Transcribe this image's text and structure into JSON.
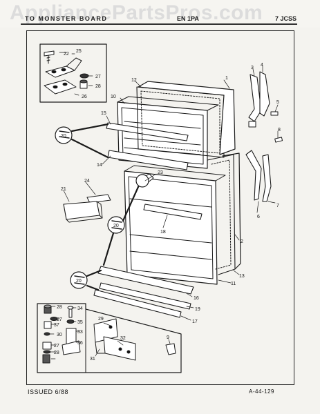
{
  "header": {
    "watermark": "AppliancePartsPros.com",
    "left_text": "TO MONSTER BOARD",
    "mid_text": "EN 1PA",
    "right_text": "7 JCSS"
  },
  "footer": {
    "issued": "ISSUED 6/88",
    "plate": "A-44-129"
  },
  "callouts": {
    "n1": "1",
    "n2": "2",
    "n3": "3",
    "n4": "4",
    "n5": "5",
    "n6": "6",
    "n7": "7",
    "n8": "8",
    "n9": "9",
    "n10": "10",
    "n11": "11",
    "n12": "12",
    "n13": "13",
    "n14": "14",
    "n15": "15",
    "n16": "16",
    "n17": "17",
    "n18": "18",
    "n19": "19",
    "n20a": "20",
    "n20b": "20",
    "n20c": "20",
    "n21": "21",
    "n22": "22",
    "n23": "23",
    "n24": "24",
    "n25": "25",
    "n26": "26",
    "n27a": "27",
    "n27b": "27",
    "n27c": "27",
    "n28a": "28",
    "n28b": "28",
    "n28c": "28",
    "n29": "29",
    "n30": "30",
    "n31": "31",
    "n32": "32",
    "n33": "33",
    "n34": "34",
    "n35": "35",
    "n36": "36",
    "n37": "37"
  }
}
